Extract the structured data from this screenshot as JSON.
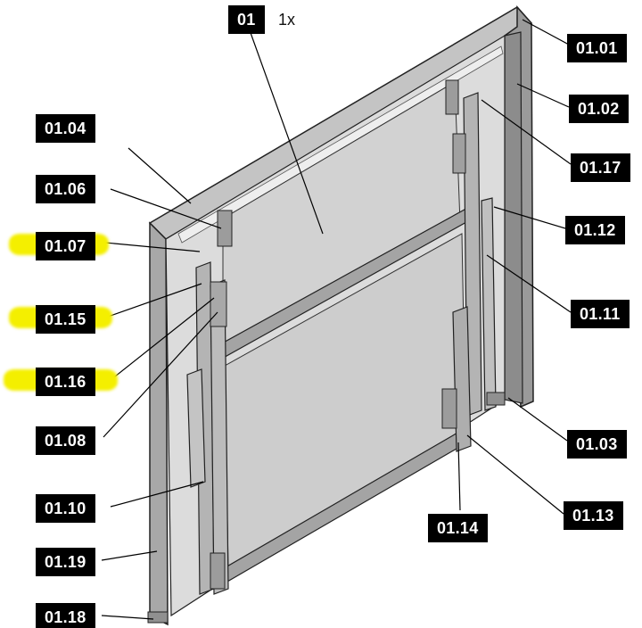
{
  "assembly": {
    "label": "01",
    "quantity": "1x"
  },
  "labels": {
    "l0101": "01.01",
    "l0102": "01.02",
    "l0103": "01.03",
    "l0104": "01.04",
    "l0106": "01.06",
    "l0107": "01.07",
    "l0108": "01.08",
    "l0110": "01.10",
    "l0111": "01.11",
    "l0112": "01.12",
    "l0113": "01.13",
    "l0114": "01.14",
    "l0115": "01.15",
    "l0116": "01.16",
    "l0117": "01.17",
    "l0118": "01.18",
    "l0119": "01.19"
  },
  "highlighted": [
    "01.07",
    "01.15",
    "01.16"
  ],
  "colors": {
    "label_background": "#000000",
    "label_text": "#ffffff",
    "highlight": "#f4ef00",
    "frame": "#9a9a9a",
    "panel": "#d6d6d6",
    "rail": "#b8b8b8",
    "outline": "#222222"
  }
}
